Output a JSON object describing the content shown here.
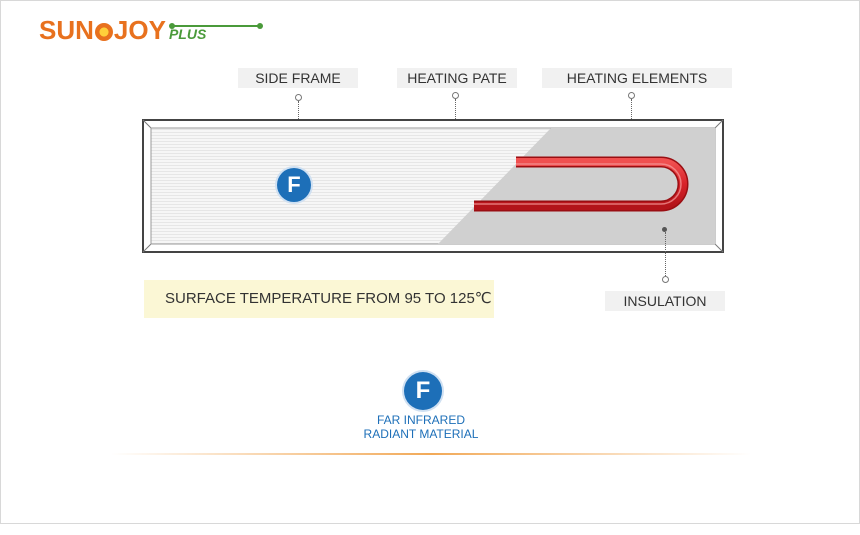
{
  "logo": {
    "main_before": "SUN",
    "main_after": "JOY",
    "plus": "PLUS"
  },
  "labels": {
    "side_frame": "SIDE FRAME",
    "heating_pate": "HEATING PATE",
    "heating_elements": "HEATING ELEMENTS",
    "insulation": "INSULATION"
  },
  "badge": {
    "letter": "F"
  },
  "temperature_note": "SURFACE TEMPERATURE FROM 95 TO 125℃",
  "legend": {
    "line1": "FAR INFRARED",
    "line2": "RADIANT MATERIAL"
  },
  "colors": {
    "brand_orange": "#e8711e",
    "brand_green": "#4a9a3a",
    "badge_blue": "#1d6fb8",
    "heating_red": "#d8232a",
    "insulation_gray": "#d0d0d0",
    "note_background": "#fbf7d5"
  },
  "icons": {
    "logo_sun": "sun-icon",
    "badge": "far-infrared-badge-icon"
  }
}
